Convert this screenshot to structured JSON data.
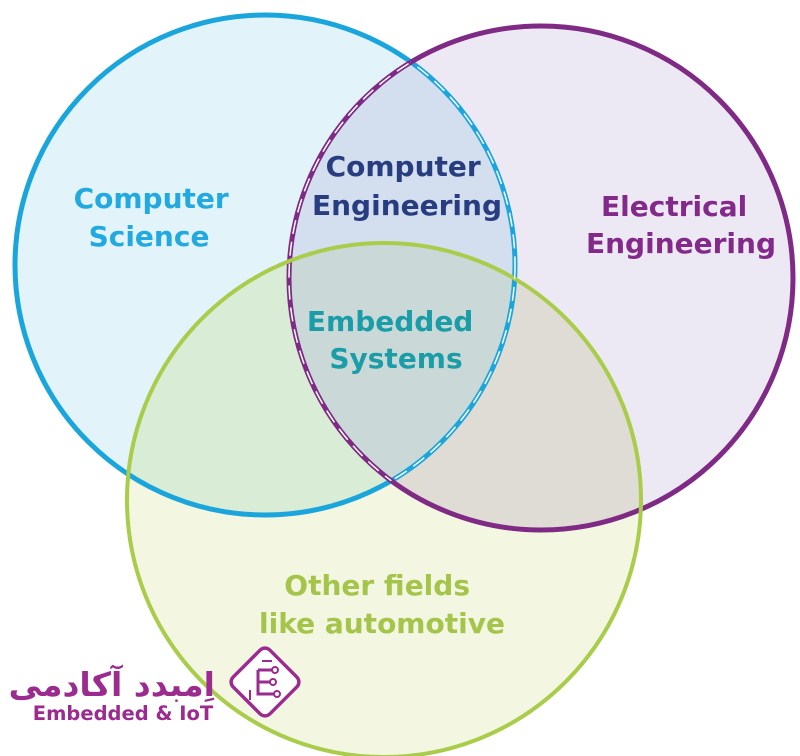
{
  "diagram": {
    "circles": {
      "computer_science": {
        "label_line1": "Computer",
        "label_line2": "Science",
        "stroke_color": "#1aa6dc",
        "text_color": "#22a9df"
      },
      "electrical_engineering": {
        "label_line1": "Electrical",
        "label_line2": "Engineering",
        "stroke_color": "#7f2a84",
        "text_color": "#82298a"
      },
      "other_fields": {
        "label_line1": "Other fields",
        "label_line2": "like automotive",
        "stroke_color": "#a9cc4a",
        "text_color": "#a4c44a"
      }
    },
    "intersections": {
      "computer_engineering": {
        "label_line1": "Computer",
        "label_line2": "Engineering",
        "text_color": "#283c80"
      },
      "embedded_systems": {
        "label_line1": "Embedded",
        "label_line2": "Systems",
        "text_color": "#1a9da7"
      }
    }
  },
  "logo": {
    "title_fa": "اِمبدد آکادمی",
    "subtitle_en": "Embedded & IoT",
    "icon": "circuit-e-icon",
    "color": "#9b2b8f"
  }
}
